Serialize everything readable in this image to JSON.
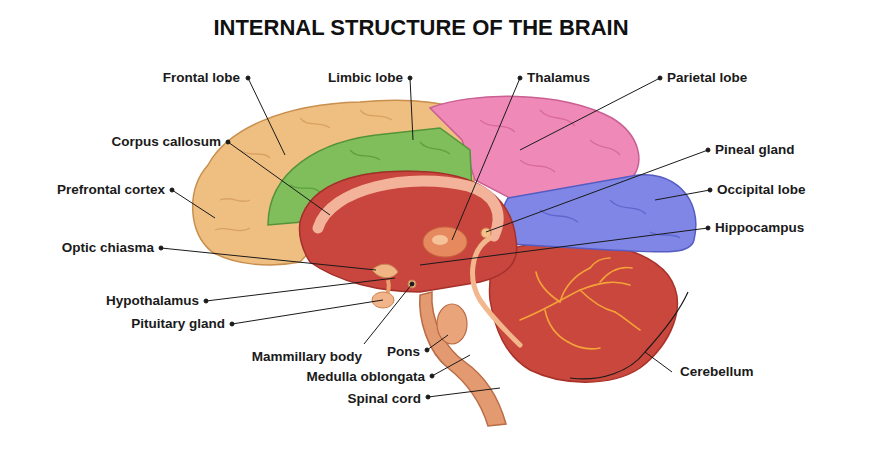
{
  "diagram": {
    "title": "INTERNAL STRUCTURE OF THE BRAIN",
    "labels": [
      "Frontal lobe",
      "Limbic lobe",
      "Thalamus",
      "Parietal lobe",
      "Corpus callosum",
      "Pineal gland",
      "Prefrontal cortex",
      "Occipital lobe",
      "Hippocampus",
      "Optic chiasma",
      "Hypothalamus",
      "Pituitary gland",
      "Mammillary body",
      "Pons",
      "Cerebellum",
      "Medulla oblongata",
      "Spinal cord"
    ]
  }
}
